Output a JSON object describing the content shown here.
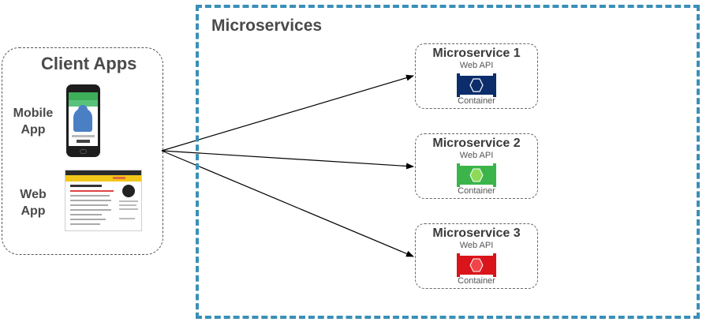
{
  "client": {
    "title": "Client Apps",
    "mobile_label": [
      "Mobile",
      "App"
    ],
    "web_label": [
      "Web",
      "App"
    ]
  },
  "microservices": {
    "title": "Microservices",
    "items": [
      {
        "title": "Microservice 1",
        "api": "Web API",
        "container": "Container",
        "color": "#0b2d6b"
      },
      {
        "title": "Microservice 2",
        "api": "Web API",
        "container": "Container",
        "color": "#3bb54a"
      },
      {
        "title": "Microservice 3",
        "api": "Web API",
        "container": "Container",
        "color": "#d9141a"
      }
    ]
  },
  "colors": {
    "outer_border": "#3a8fb7",
    "arrow": "#000000"
  }
}
